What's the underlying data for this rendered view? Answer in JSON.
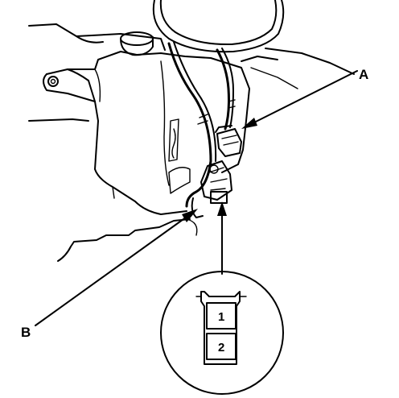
{
  "callouts": {
    "a_label": "A",
    "b_label": "B"
  },
  "connector_detail": {
    "pin_1_label": "1",
    "pin_2_label": "2"
  },
  "colors": {
    "ink": "#000000",
    "background": "#ffffff"
  }
}
